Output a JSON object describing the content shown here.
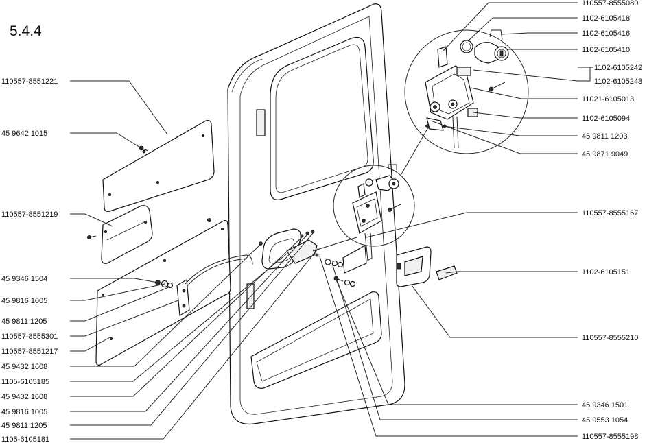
{
  "section": "5.4.4",
  "labels_left": [
    "110557-8551221",
    "45 9642 1015",
    "110557-8551219",
    "45 9346 1504",
    "45 9816 1005",
    "45 9811 1205",
    "110557-8555301",
    "110557-8551217",
    "45 9432 1608",
    "1105-6105185",
    "45 9432 1608",
    "45 9816 1005",
    "45 9811 1205",
    "1105-6105181"
  ],
  "labels_right": [
    "110557-8555080",
    "1102-6105418",
    "1102-6105416",
    "1102-6105410",
    "1102-6105242",
    "1102-6105243",
    "11021-6105013",
    "1102-6105094",
    "45 9811 1203",
    "45 9871 9049",
    "110557-8555167",
    "1102-6105151",
    "110557-8555210",
    "45 9346 1501",
    "45 9553 1054",
    "110557-8555198"
  ]
}
